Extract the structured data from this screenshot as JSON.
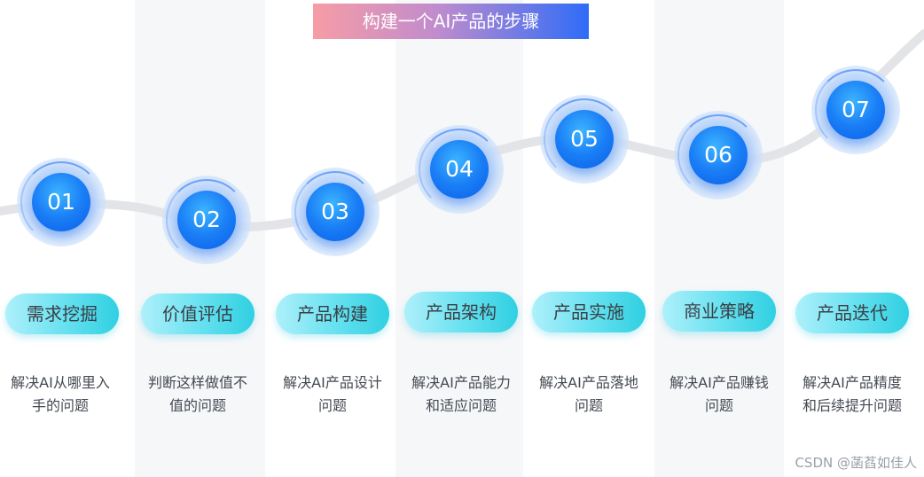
{
  "title": "构建一个AI产品的步骤",
  "steps": [
    {
      "number": "01",
      "name": "需求挖掘",
      "description": "解决AI从哪里入手的问题"
    },
    {
      "number": "02",
      "name": "价值评估",
      "description": "判断这样做值不值的问题"
    },
    {
      "number": "03",
      "name": "产品构建",
      "description": "解决AI产品设计问题"
    },
    {
      "number": "04",
      "name": "产品架构",
      "description": "解决AI产品能力和适应问题"
    },
    {
      "number": "05",
      "name": "产品实施",
      "description": "解决AI产品落地问题"
    },
    {
      "number": "06",
      "name": "商业策略",
      "description": "解决AI产品赚钱问题"
    },
    {
      "number": "07",
      "name": "产品迭代",
      "description": "解决AI产品精度和后续提升问题"
    }
  ],
  "watermark": "CSDN @菡萏如佳人",
  "colors": {
    "circle": "#1a7ef6",
    "pill": "#5fdcec",
    "title_start": "#f79ca6",
    "title_end": "#2f6cf8",
    "column_shade": "#f6f7f9"
  }
}
